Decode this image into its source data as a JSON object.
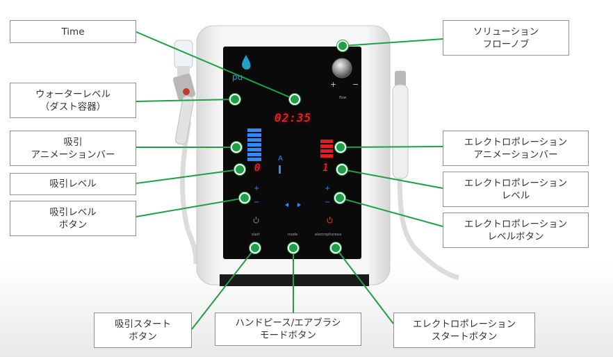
{
  "device": {
    "brand_logo": "pu",
    "time_display": "02:35",
    "suction_level": "0",
    "electroporation_level": "1",
    "mode_letter": "A",
    "flow_plus": "+",
    "flow_minus": "−",
    "flow_label": "flow",
    "start_label": "start",
    "mode_label": "mode",
    "electrophoresis_label": "electrophoresis"
  },
  "callouts": {
    "time": "Time",
    "solution_flow_knob": "ソリューション\nフローノブ",
    "water_level": "ウォーターレベル\n（ダスト容器）",
    "suction_animation_bar": "吸引\nアニメーションバー",
    "electroporation_animation_bar": "エレクトロポレーション\nアニメーションバー",
    "suction_level": "吸引レベル",
    "electroporation_level": "エレクトロポレーション\nレベル",
    "suction_level_button": "吸引レベル\nボタン",
    "electroporation_level_button": "エレクトロポレーション\nレベルボタン",
    "suction_start_button": "吸引スタート\nボタン",
    "handpiece_airbrush_mode_button": "ハンドピース/エアブラシ\nモードボタン",
    "electroporation_start_button": "エレクトロポレーション\nスタートボタン"
  },
  "colors": {
    "leader": "#1e9f48",
    "panel": "#0a0a0a",
    "suction_bar": "#2d8cff",
    "electro_bar": "#e11d1d",
    "digits": "#ff2a2a"
  }
}
